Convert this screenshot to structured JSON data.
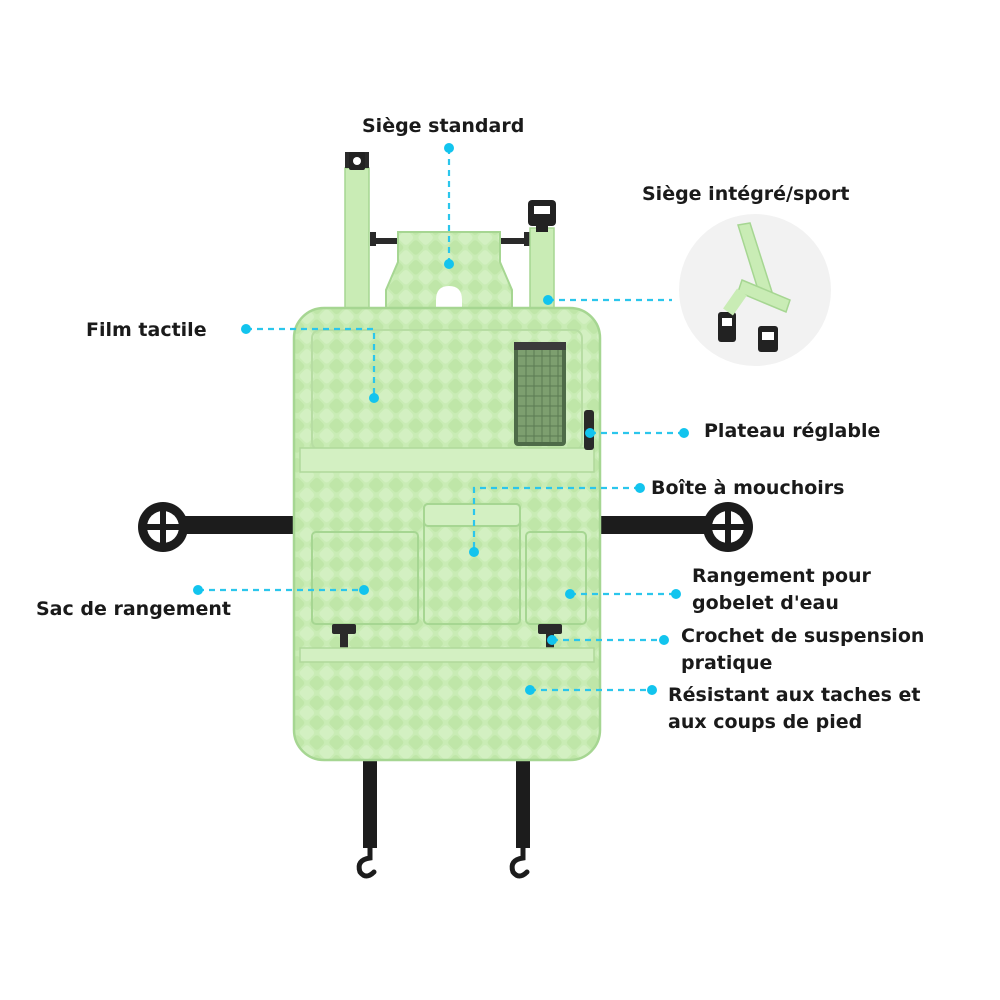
{
  "colors": {
    "organizer_fill": "#c9ecb5",
    "organizer_edge": "#a6d692",
    "weave": "#b3dd9d",
    "strap": "#1c1c1c",
    "callout": "#12c4ee",
    "label_text": "#1a1a1a"
  },
  "labels": {
    "standard_seat": "Siège standard",
    "integrated_seat": "Siège intégré/sport",
    "touch_film": "Film tactile",
    "adjustable_tray": "Plateau réglable",
    "tissue_box": "Boîte à mouchoirs",
    "storage_bag": "Sac de rangement",
    "cup_storage": [
      "Rangement pour",
      "gobelet d'eau"
    ],
    "hanging_hook": [
      "Crochet de suspension",
      "pratique"
    ],
    "kick_resistant": [
      "Résistant aux taches et",
      "aux coups de pied"
    ]
  }
}
